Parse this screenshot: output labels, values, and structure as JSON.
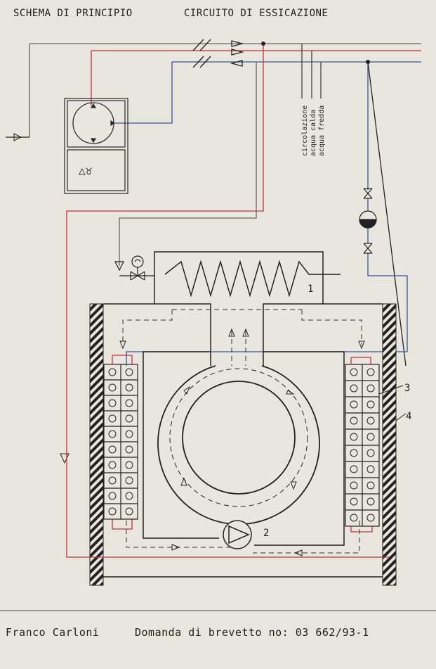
{
  "header": {
    "left_title": "SCHEMA DI PRINCIPIO",
    "right_title": "CIRCUITO DI ESSICAZIONE"
  },
  "legend": {
    "circulation": "circolazione",
    "hot_water": "acqua calda",
    "cold_water": "acqua fredda"
  },
  "labels": {
    "heater": "1",
    "pump": "2",
    "rack": "3",
    "wall": "4",
    "control_symbols": "△♉"
  },
  "footer": {
    "author": "Franco Carloni",
    "patent": "Domanda di brevetto no: 03 662/93-1"
  },
  "colors": {
    "paper": "#e9e6dd",
    "ink": "#222222",
    "hot_line": "#c4323f",
    "cold_line": "#3a4fa8",
    "gray_line": "#666666"
  }
}
